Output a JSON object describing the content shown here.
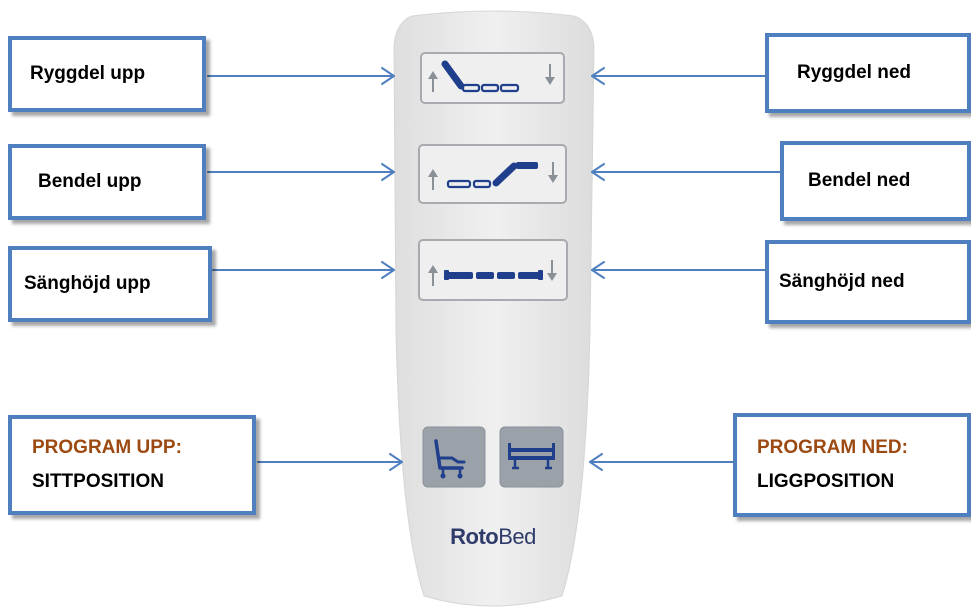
{
  "labels": {
    "ryggdel_upp": "Ryggdel upp",
    "ryggdel_ned": "Ryggdel ned",
    "bendel_upp": "Bendel upp",
    "bendel_ned": "Bendel ned",
    "sanghojd_upp": "Sänghöjd upp",
    "sanghojd_ned": "Sänghöjd ned",
    "program_upp_title": "PROGRAM UPP:",
    "program_upp_value": "SITTPOSITION",
    "program_ned_title": "PROGRAM NED:",
    "program_ned_value": "LIGGPOSITION"
  },
  "remote": {
    "brand_part1": "Roto",
    "brand_part2": "Bed",
    "buttons": [
      "back-section",
      "leg-section",
      "bed-height",
      "program-sit",
      "program-lie"
    ]
  },
  "colors": {
    "label_border": "#4f7fbf",
    "arrow": "#4f7fbf",
    "program_title": "#9c4a12",
    "icon_blue": "#1f3e8c",
    "remote_body": "#ebebeb",
    "program_button": "#9aa1a8"
  }
}
